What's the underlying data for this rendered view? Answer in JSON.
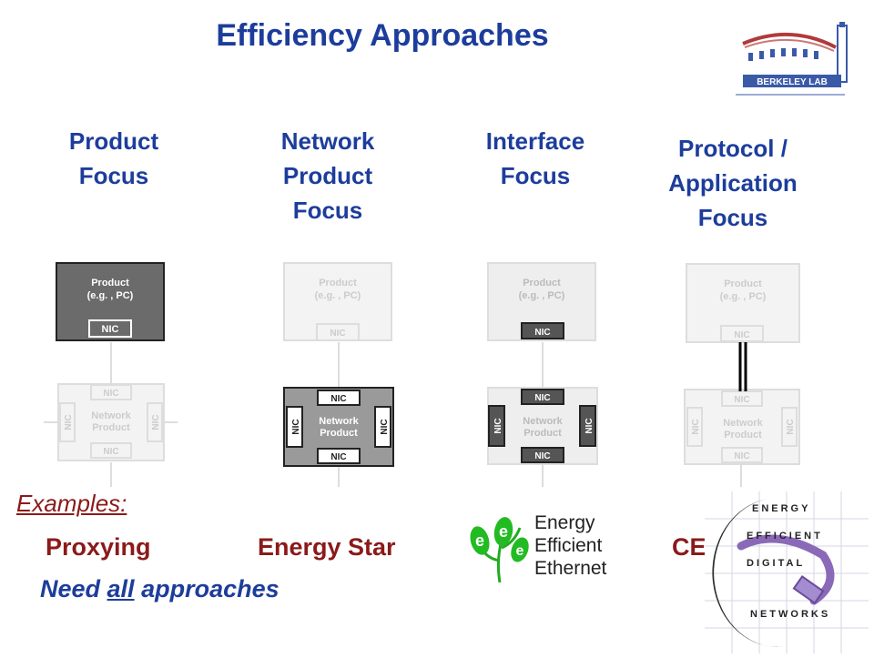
{
  "title": "Efficiency Approaches",
  "logo": {
    "text": "BERKELEY LAB",
    "icon": "berkeley-lab-logo"
  },
  "columns": [
    {
      "lines": [
        "Product",
        "Focus"
      ]
    },
    {
      "lines": [
        "Network",
        "Product",
        "Focus"
      ]
    },
    {
      "lines": [
        "Interface",
        "Focus"
      ]
    },
    {
      "lines": [
        "Protocol /",
        "Application",
        "Focus"
      ]
    }
  ],
  "diagram": {
    "product_label_1": "Product",
    "product_label_2": "(e.g. , PC)",
    "network_label_1": "Network",
    "network_label_2": "Product",
    "nic": "NIC"
  },
  "examples_label": "Examples:",
  "examples": {
    "proxying": "Proxying",
    "energy_star": "Energy Star",
    "eee": [
      "Energy",
      "Efficient",
      "Ethernet"
    ],
    "ce": "CE"
  },
  "need": {
    "prefix": "Need ",
    "emph": "all",
    "suffix": " approaches"
  },
  "eedn": {
    "lines": [
      "ENERGY",
      "EFFICIENT",
      "DIGITAL",
      "NETWORKS"
    ]
  },
  "colors": {
    "title": "#1d3d9c",
    "example": "#8b1a1a",
    "leaf": "#22bb22"
  }
}
